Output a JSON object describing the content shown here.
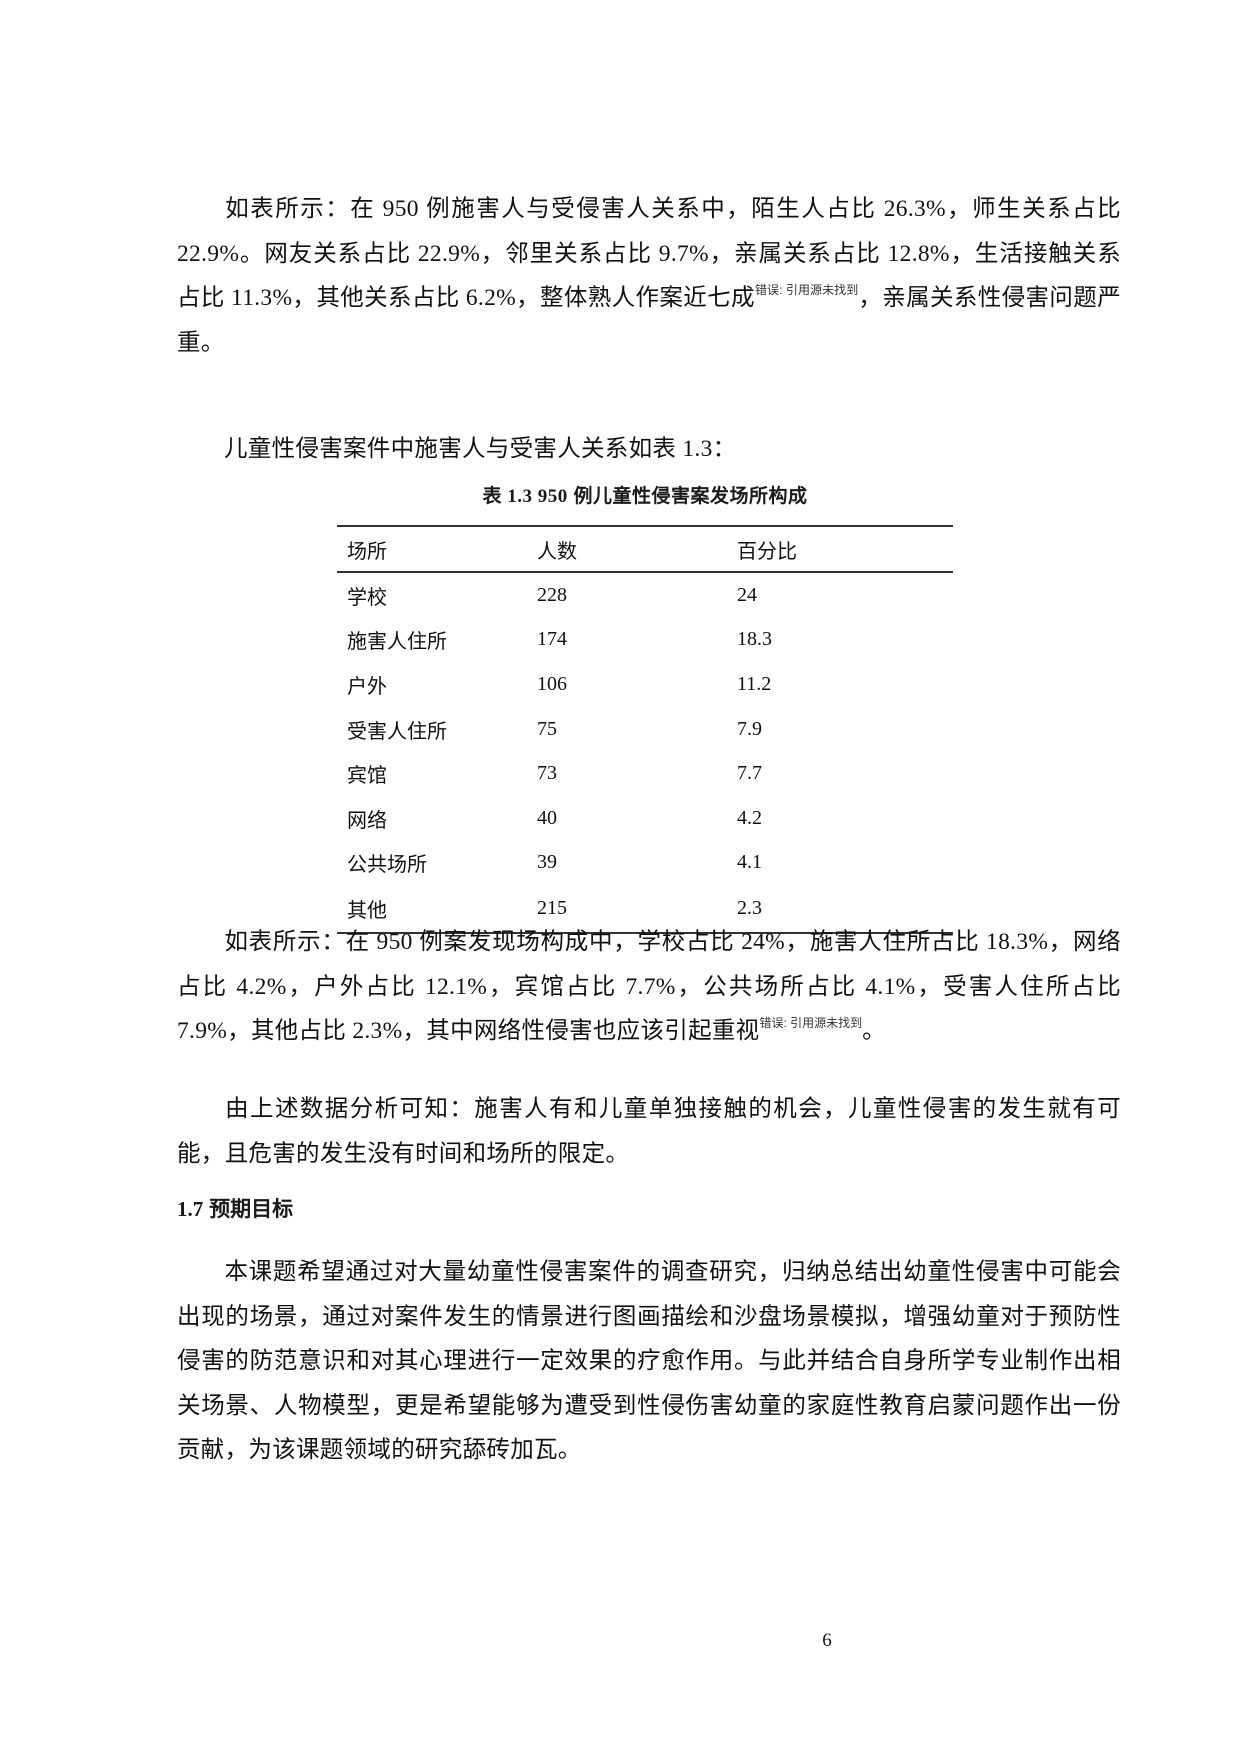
{
  "paragraphs": {
    "p1": {
      "text": "如表所示：在 950 例施害人与受侵害人关系中，陌生人占比 26.3%，师生关系占比 22.9%。网友关系占比 22.9%，邻里关系占比 9.7%，亲属关系占比 12.8%，生活接触关系占比 11.3%，其他关系占比 6.2%，整体熟人作案近七成",
      "ref": "错误: 引用源未找到",
      "tail": "，亲属关系性侵害问题严重。"
    },
    "p2": {
      "text": "儿童性侵害案件中施害人与受害人关系如表 1.3："
    },
    "p3": {
      "text": "如表所示：在 950 例案发现场构成中，学校占比 24%，施害人住所占比 18.3%，网络占比 4.2%，户外占比 12.1%，宾馆占比 7.7%，公共场所占比 4.1%，受害人住所占比 7.9%，其他占比 2.3%，其中网络性侵害也应该引起重视",
      "ref": "错误: 引用源未找到",
      "tail": "。"
    },
    "p4": {
      "text": "由上述数据分析可知：施害人有和儿童单独接触的机会，儿童性侵害的发生就有可能，且危害的发生没有时间和场所的限定。"
    },
    "p5": {
      "text": "本课题希望通过对大量幼童性侵害案件的调查研究，归纳总结出幼童性侵害中可能会出现的场景，通过对案件发生的情景进行图画描绘和沙盘场景模拟，增强幼童对于预防性侵害的防范意识和对其心理进行一定效果的疗愈作用。与此并结合自身所学专业制作出相关场景、人物模型，更是希望能够为遭受到性侵伤害幼童的家庭性教育启蒙问题作出一份贡献，为该课题领域的研究舔砖加瓦。"
    }
  },
  "table": {
    "caption_prefix": "表 1.3 950",
    "caption_rest": " 例儿童性侵害案发场所构成",
    "headers": [
      "场所",
      "人数",
      "百分比"
    ],
    "rows": [
      [
        "学校",
        "228",
        "24"
      ],
      [
        "施害人住所",
        "174",
        "18.3"
      ],
      [
        "户外",
        "106",
        "11.2"
      ],
      [
        "受害人住所",
        "75",
        "7.9"
      ],
      [
        "宾馆",
        "73",
        "7.7"
      ],
      [
        "网络",
        "40",
        "4.2"
      ],
      [
        "公共场所",
        "39",
        "4.1"
      ],
      [
        "其他",
        "215",
        "2.3"
      ]
    ]
  },
  "section": {
    "number": "1.7",
    "title": " 预期目标"
  },
  "page_number": "6"
}
